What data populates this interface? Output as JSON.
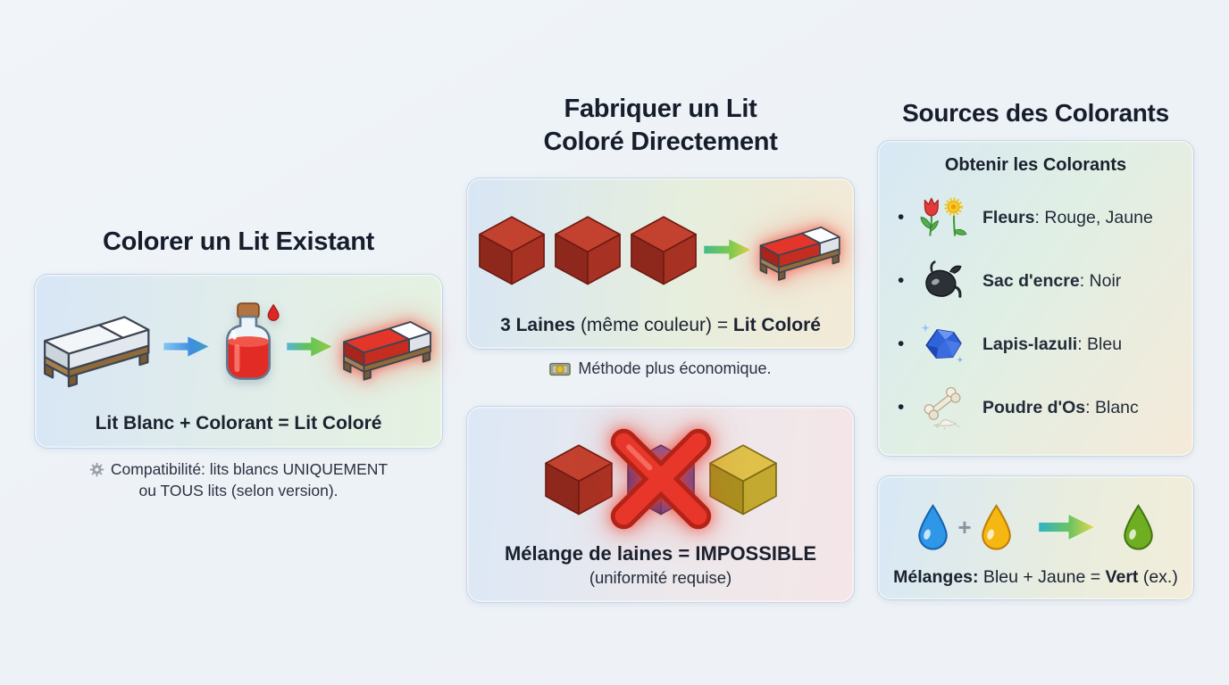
{
  "left": {
    "title": "Colorer un Lit Existant",
    "caption": "Lit Blanc + Colorant = Lit Coloré",
    "note_line1": "Compatibilité: lits blancs UNIQUEMENT",
    "note_line2": "ou TOUS lits (selon version).",
    "note_icon": "gear-icon",
    "icons": [
      "white-bed-icon",
      "arrow-right-blue-icon",
      "red-dye-potion-icon",
      "arrow-right-green-icon",
      "red-bed-icon"
    ]
  },
  "middle": {
    "title_line1": "Fabriquer un Lit",
    "title_line2": "Coloré Directement",
    "craft_panel": {
      "caption_bold_1": "3 Laines",
      "caption_regular": " (même couleur) = ",
      "caption_bold_2": "Lit Coloré",
      "icons": [
        "red-wool-block-icon",
        "red-wool-block-icon",
        "red-wool-block-icon",
        "arrow-right-green-icon",
        "red-bed-icon"
      ]
    },
    "note": "Méthode plus économique.",
    "note_icon": "banknote-icon",
    "impossible_panel": {
      "caption_line1": "Mélange de laines = IMPOSSIBLE",
      "caption_line2": "(uniformité requise)",
      "icons": [
        "red-wool-block-icon",
        "blue-wool-block-icon",
        "red-x-icon",
        "yellow-wool-block-icon"
      ]
    }
  },
  "right": {
    "title": "Sources des Colorants",
    "sources_panel": {
      "header": "Obtenir les Colorants",
      "bullet": "•",
      "items": [
        {
          "icon": "flowers-icon",
          "name": "Fleurs",
          "value": ": Rouge, Jaune"
        },
        {
          "icon": "ink-sac-icon",
          "name": "Sac d'encre",
          "value": ": Noir"
        },
        {
          "icon": "lapis-lazuli-icon",
          "name": "Lapis-lazuli",
          "value": ": Bleu"
        },
        {
          "icon": "bone-powder-icon",
          "name": "Poudre d'Os",
          "value": ": Blanc"
        }
      ]
    },
    "mix_panel": {
      "plus_sign": "+",
      "caption_bold_1": "Mélanges:",
      "caption_regular_1": " Bleu + Jaune = ",
      "caption_bold_2": "Vert",
      "caption_regular_2": " (ex.)",
      "icons": [
        "blue-drop-icon",
        "yellow-drop-icon",
        "arrow-right-teal-icon",
        "green-drop-icon"
      ]
    }
  },
  "colors": {
    "background": "#edf2f7",
    "heading_text": "#161d2b",
    "body_text": "#232b39",
    "wool_red": "#b23527",
    "wool_blue": "#4356bc",
    "wool_yellow": "#d2b531",
    "bed_red": "#e3352a",
    "dye_red": "#e22b24",
    "x_red": "#e8372a",
    "drop_blue": "#2e97e8",
    "drop_yellow": "#f7b712",
    "drop_green": "#6fae22",
    "arrow_blue": "#3e8ede",
    "arrow_green": "#62c257",
    "arrow_yellow_tip": "#ddd84c",
    "wood_brown": "#8f6a3a",
    "panel_blue": "#d8e6f6",
    "panel_green": "#e5f2e1",
    "panel_peach": "#f3ead7",
    "panel_pink": "#f5e6e7"
  }
}
